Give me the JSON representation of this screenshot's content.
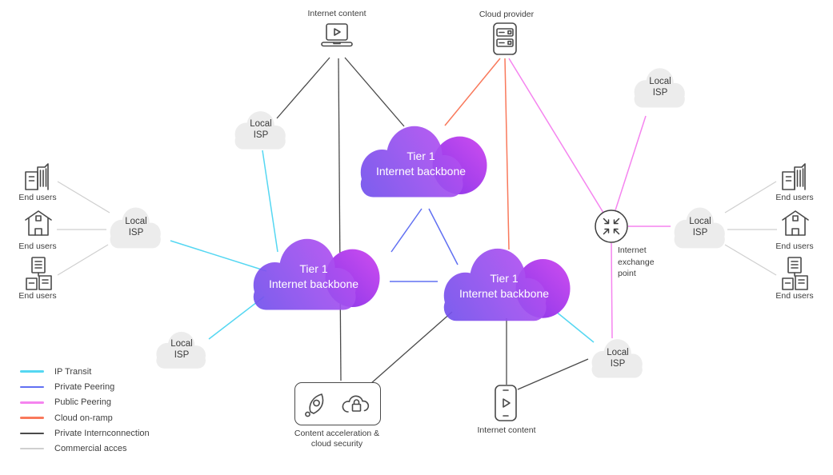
{
  "legend": {
    "items": [
      {
        "label": "IP Transit",
        "color": "#55D7F2"
      },
      {
        "label": "Private Peering",
        "color": "#6170F2"
      },
      {
        "label": "Public Peering",
        "color": "#F584EF"
      },
      {
        "label": "Cloud on-ramp",
        "color": "#F9795B"
      },
      {
        "label": "Private Internconnection",
        "color": "#4A4A4A"
      },
      {
        "label": "Commercial acces",
        "color": "#CFCFCF"
      }
    ]
  },
  "nodes": {
    "internet_content_top": {
      "label": "Internet content"
    },
    "cloud_provider": {
      "label": "Cloud provider"
    },
    "local_isp_upper_mid": {
      "label": "Local ISP"
    },
    "local_isp_top_right": {
      "label": "Local ISP"
    },
    "local_isp_left": {
      "label": "Local ISP"
    },
    "local_isp_right": {
      "label": "Local ISP"
    },
    "local_isp_bottom_left": {
      "label": "Local ISP"
    },
    "local_isp_bottom_right": {
      "label": "Local ISP"
    },
    "tier1_top": {
      "title": "Tier 1",
      "subtitle": "Internet backbone"
    },
    "tier1_left": {
      "title": "Tier 1",
      "subtitle": "Internet backbone"
    },
    "tier1_right": {
      "title": "Tier 1",
      "subtitle": "Internet backbone"
    },
    "internet_exchange_point": {
      "label": "Internet exchange point"
    },
    "content_acceleration": {
      "label": "Content acceleration & cloud security"
    },
    "internet_content_bottom": {
      "label": "Internet content"
    },
    "end_users_left": [
      {
        "label": "End users"
      },
      {
        "label": "End users"
      },
      {
        "label": "End users"
      }
    ],
    "end_users_right": [
      {
        "label": "End users"
      },
      {
        "label": "End users"
      },
      {
        "label": "End users"
      }
    ]
  },
  "cloud_colors": {
    "tier_gradient_start": "#6D52EC",
    "tier_gradient_end": "#C94FF2",
    "tier_back_gradient_start": "#7C33E8",
    "tier_back_gradient_end": "#D44FF0",
    "isp_fill": "#ECECEC"
  }
}
